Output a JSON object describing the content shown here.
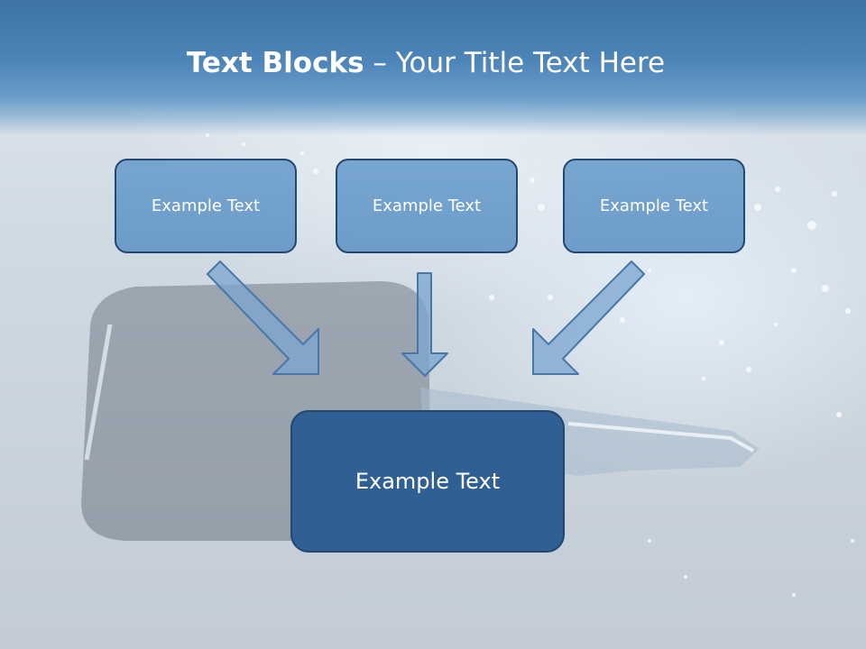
{
  "title": {
    "bold": "Text Blocks",
    "rest": " – Your Title Text Here"
  },
  "boxes": {
    "top_left": "Example Text",
    "top_center": "Example Text",
    "top_right": "Example Text",
    "bottom": "Example Text"
  },
  "colors": {
    "title_band": "#4d85b9",
    "box_fill": "#6ea0cd",
    "box_border": "#23476e",
    "bottom_box_fill": "#2f5f93",
    "arrow_fill": "#7aa6d0",
    "arrow_stroke": "#4a76a6"
  }
}
